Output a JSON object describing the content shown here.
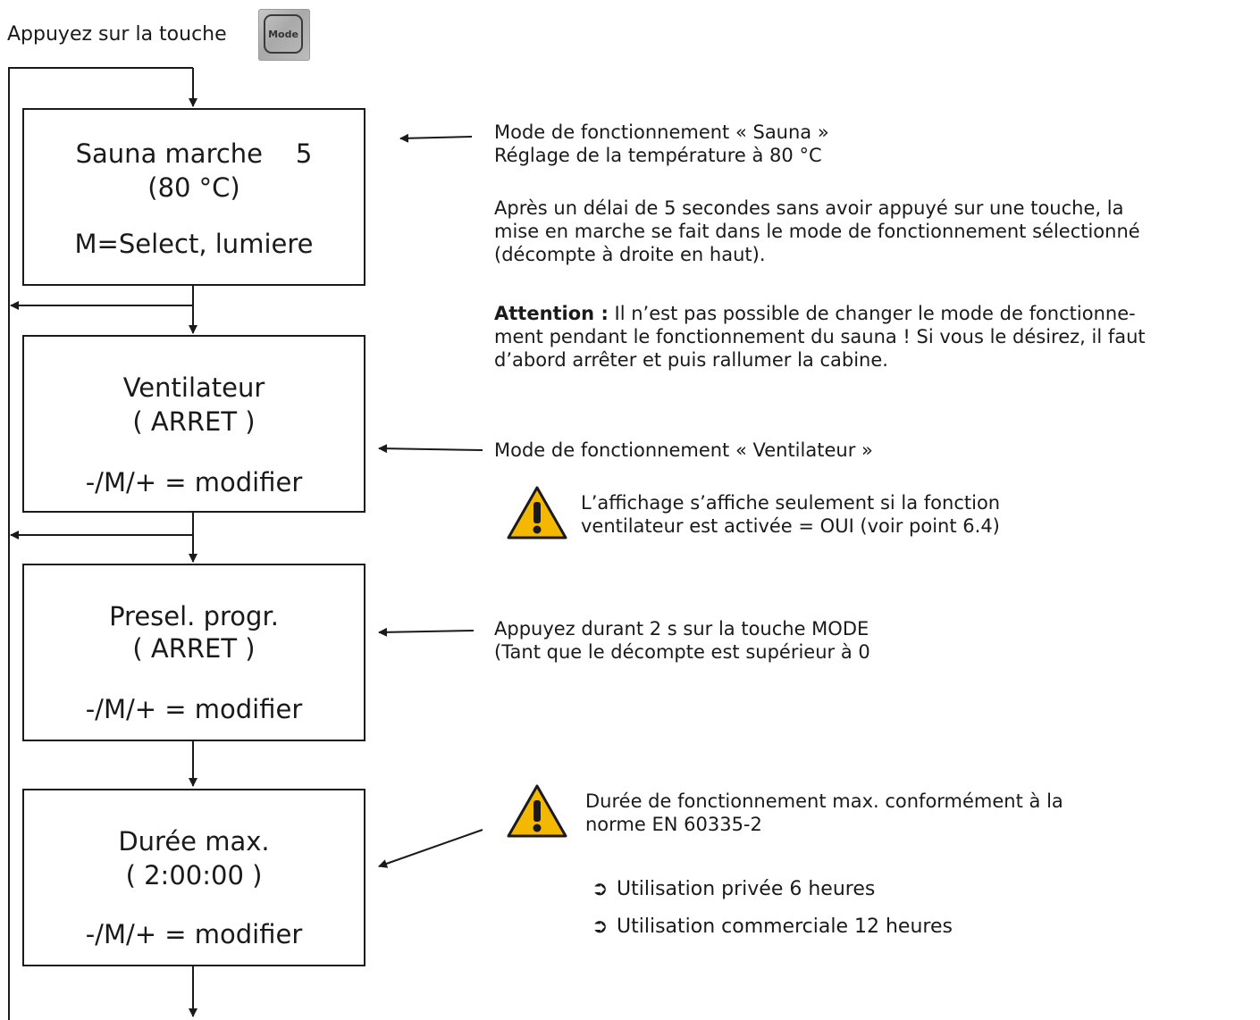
{
  "intro": {
    "text": "Appuyez sur la touche",
    "key_label": "Mode"
  },
  "screens": [
    {
      "line1": "Sauna marche    5",
      "line2": "(80 °C)",
      "line3": "M=Select, lumiere"
    },
    {
      "line1": "Ventilateur",
      "line2": "( ARRET )",
      "line3": "-/M/+ = modifier"
    },
    {
      "line1": "Presel. progr.",
      "line2": "( ARRET )",
      "line3": "-/M/+ = modifier"
    },
    {
      "line1": "Durée max.",
      "line2": "( 2:00:00 )",
      "line3": "-/M/+ = modifier"
    }
  ],
  "notes": {
    "sauna": {
      "l1": "Mode de fonctionnement « Sauna »",
      "l2": "Réglage de la température à 80 °C",
      "p1": "Après un délai de 5 secondes sans avoir appuyé sur une touche, la",
      "p2": "mise en marche se fait dans le mode de fonctionnement sélectionné",
      "p3": "(décompte à droite en haut).",
      "attn_label": "Attention :",
      "a1": " Il n’est pas possible de changer le mode de fonctionne-",
      "a2": "ment pendant le fonctionnement du sauna ! Si vous le désirez, il faut",
      "a3": "d’abord arrêter et puis rallumer la cabine."
    },
    "ventilateur": {
      "l1": "Mode de fonctionnement « Ventilateur »",
      "w1": "L’affichage s’affiche seulement si la fonction",
      "w2": "ventilateur est activée = OUI (voir point 6.4)"
    },
    "presel": {
      "l1": "Appuyez durant 2 s sur la touche MODE",
      "l2": "(Tant que le décompte est supérieur à 0"
    },
    "duree": {
      "w1": "Durée de fonctionnement max. conformément à la",
      "w2": "norme EN 60335-2",
      "b1": "Utilisation privée 6 heures",
      "b2": "Utilisation commerciale 12 heures"
    }
  },
  "colors": {
    "line": "#1a1a1a",
    "warning_fill": "#f5b800",
    "text": "#1a1a1a"
  },
  "icons": {
    "warning": "warning-triangle-icon",
    "bullet": "right-arrow-bullet-icon"
  }
}
